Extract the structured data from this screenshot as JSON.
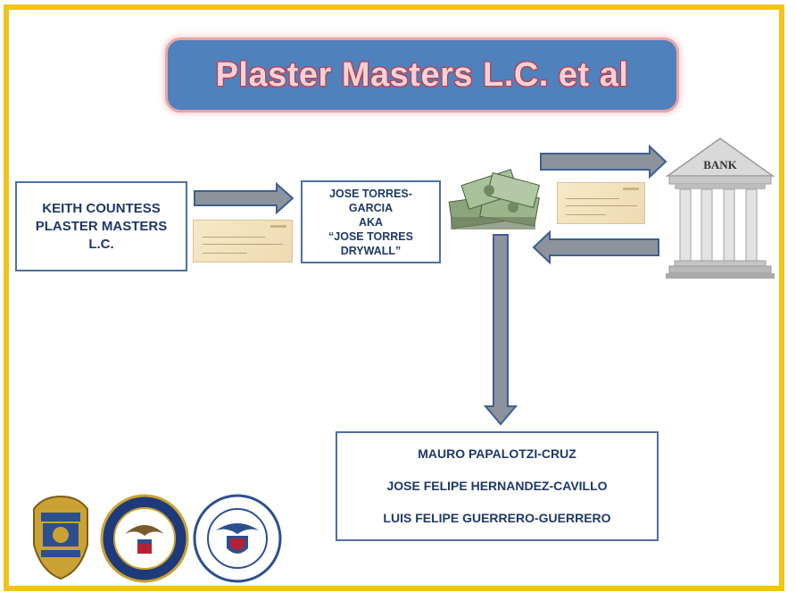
{
  "title": "Plaster Masters L.C. et al",
  "nodes": {
    "keith": {
      "lines": [
        "KEITH COUNTESS",
        "PLASTER MASTERS",
        "L.C."
      ]
    },
    "jose": {
      "lines": [
        "JOSE TORRES-",
        "GARCIA",
        "AKA",
        "“JOSE TORRES",
        "DRYWALL”"
      ]
    },
    "bank": {
      "label": "BANK"
    },
    "names": {
      "lines": [
        "MAURO PAPALOTZI-CRUZ",
        "JOSE FELIPE HERNANDEZ-CAVILLO",
        "LUIS FELIPE GUERRERO-GUERRERO"
      ]
    }
  },
  "colors": {
    "frame": "#f2c31a",
    "title_bg": "#4f81bd",
    "box_text": "#1f3864",
    "arrow_fill": "#8c939c",
    "arrow_stroke": "#3f5f8f"
  },
  "icons": [
    "check-icon",
    "money-stack-icon",
    "bank-building-icon",
    "irs-badge-icon",
    "doj-seal-icon",
    "dhs-seal-icon"
  ]
}
